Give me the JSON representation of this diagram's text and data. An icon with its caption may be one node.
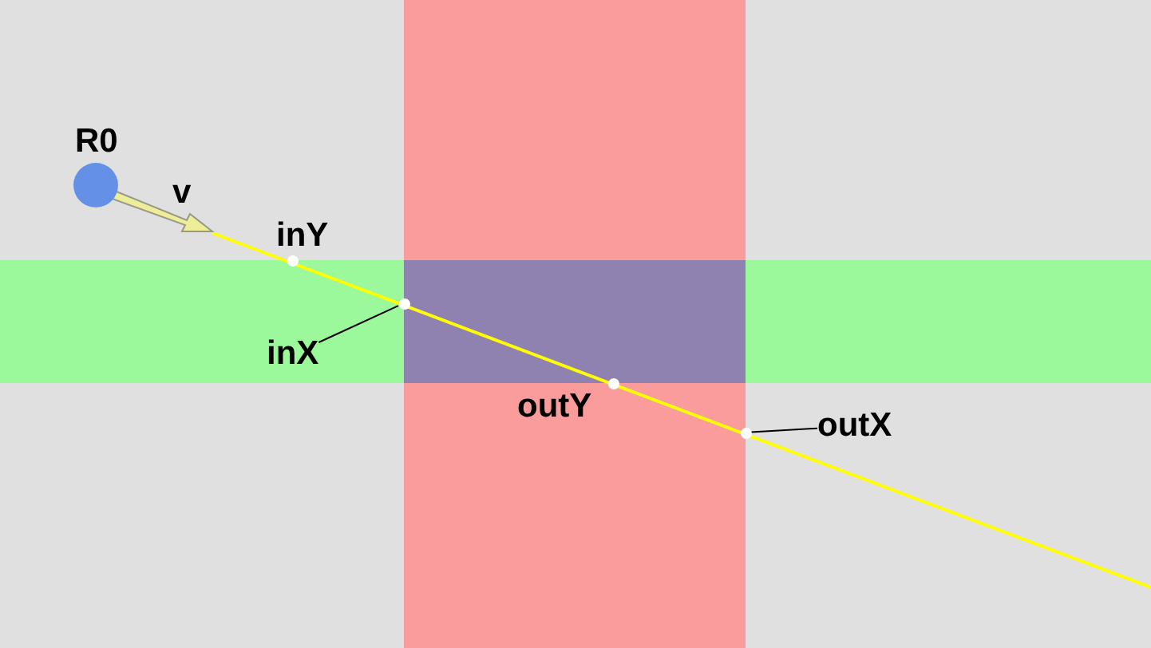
{
  "diagram": {
    "nodes": [
      {
        "text": [
          "R0"
        ]
      },
      {
        "text": [],
        "shape": "circle",
        "beside": [
          "inY"
        ]
      },
      {
        "text": [
          "inX"
        ]
      },
      {
        "text": [],
        "shape": "circle"
      },
      {
        "text": [],
        "shape": "circle",
        "beside": [
          "outY"
        ]
      },
      {
        "text": [
          "outX"
        ]
      },
      {
        "text": [],
        "shape": "circle"
      }
    ],
    "edges": [
      {
        "from": 2,
        "to": 3,
        "arrow": "none"
      },
      {
        "from": 5,
        "to": 6,
        "arrow": "none"
      }
    ],
    "labels": [
      "v"
    ]
  }
}
